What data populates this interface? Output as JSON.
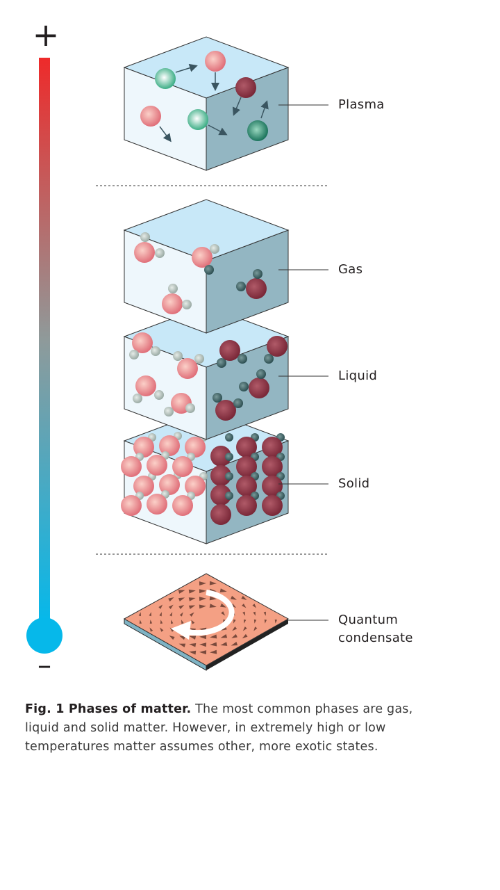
{
  "scale": {
    "top_symbol": "+",
    "bottom_symbol": "–",
    "hot_color": "#ee2a2a",
    "mid_color": "#8f9a9a",
    "cold_color": "#06b8ea"
  },
  "phases": [
    {
      "label": "Plasma"
    },
    {
      "label": "Gas"
    },
    {
      "label": "Liquid"
    },
    {
      "label": "Solid"
    },
    {
      "label_line1": "Quantum",
      "label_line2": "condensate"
    }
  ],
  "colors": {
    "cube_top": "#c8e8f8",
    "cube_left": "#eef7fc",
    "cube_right": "#93b6c2",
    "condensate": "#f4a084",
    "condensate_arrow": "#7a4a3c"
  },
  "caption": {
    "title": "Fig. 1 Phases of matter.",
    "text": " The most common phases are gas, liquid and solid matter. However, in extremely high or low temperatures matter assumes other, more exotic states."
  }
}
